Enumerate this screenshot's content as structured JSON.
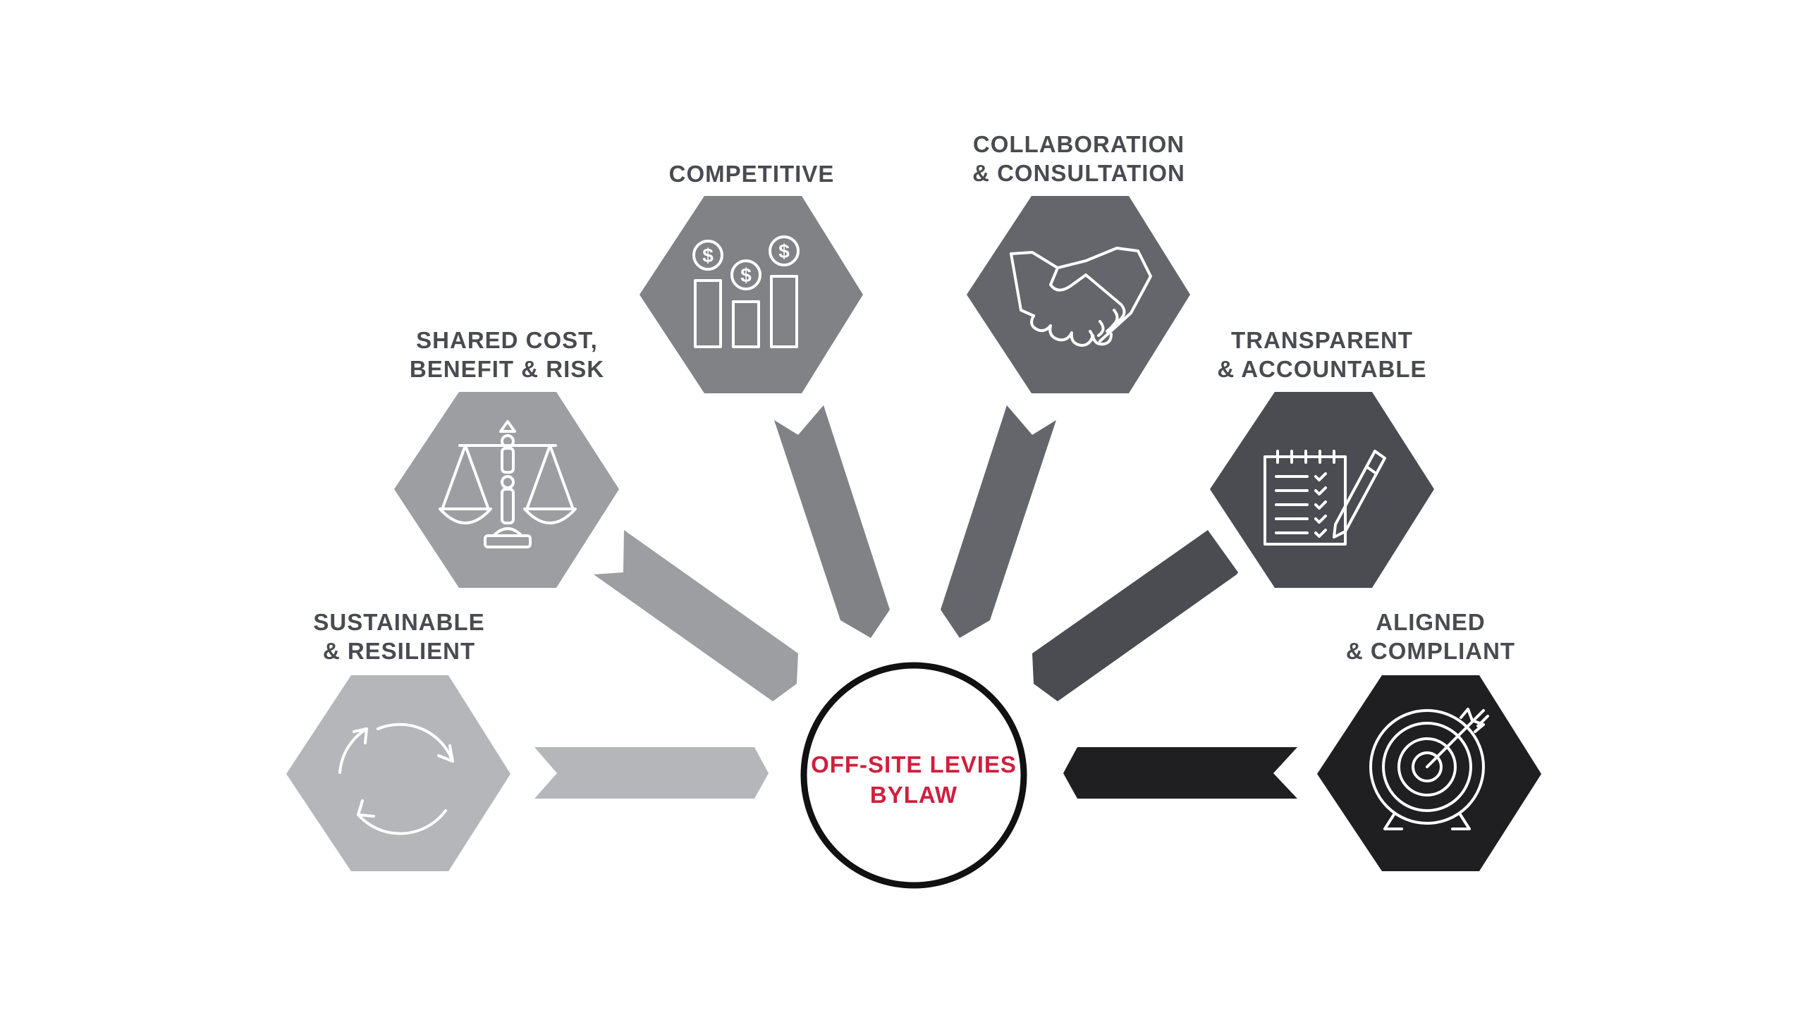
{
  "center": {
    "line1": "OFF-SITE LEVIES",
    "line2": "BYLAW",
    "color": "#d01f3d"
  },
  "principles": [
    {
      "id": "sustainable",
      "line1": "SUSTAINABLE",
      "line2": "& RESILIENT",
      "icon": "recycle-arrows-icon",
      "color": "#b5b6b9"
    },
    {
      "id": "shared",
      "line1": "SHARED COST,",
      "line2": "BENEFIT & RISK",
      "icon": "scales-icon",
      "color": "#9d9ea1"
    },
    {
      "id": "competitive",
      "line1": "COMPETITIVE",
      "line2": "",
      "icon": "bar-chart-coins-icon",
      "color": "#818286"
    },
    {
      "id": "collaboration",
      "line1": "COLLABORATION",
      "line2": "& CONSULTATION",
      "icon": "handshake-icon",
      "color": "#65666b"
    },
    {
      "id": "transparent",
      "line1": "TRANSPARENT",
      "line2": "& ACCOUNTABLE",
      "icon": "clipboard-pen-icon",
      "color": "#4a4c52"
    },
    {
      "id": "aligned",
      "line1": "ALIGNED",
      "line2": "& COMPLIANT",
      "icon": "target-arrow-icon",
      "color": "#1f1f21"
    }
  ]
}
